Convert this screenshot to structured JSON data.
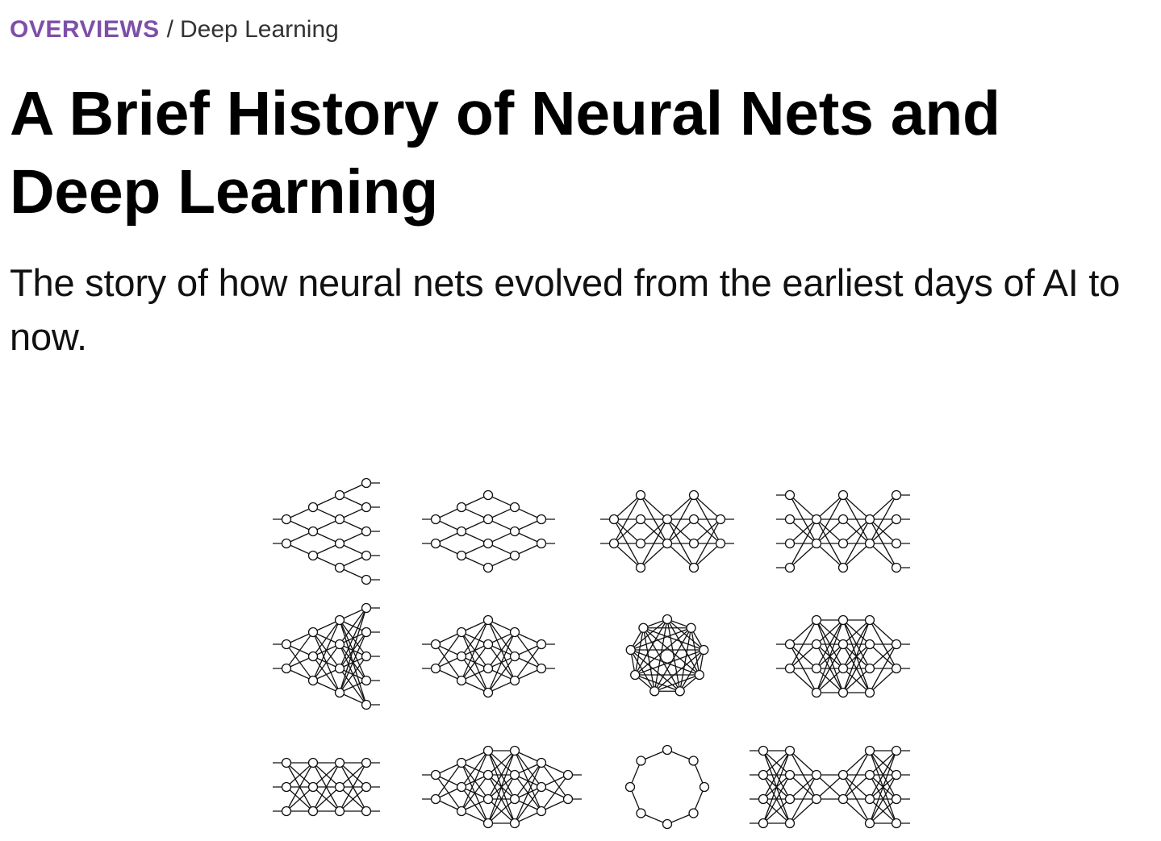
{
  "breadcrumb": {
    "section": "OVERVIEWS",
    "separator": "/",
    "current": "Deep Learning"
  },
  "article": {
    "title": "A Brief History of Neural Nets and Deep Learning",
    "subtitle": "The story of how neural nets evolved from the earliest days of AI to now."
  },
  "colors": {
    "accent": "#7e4fa8",
    "text": "#000000",
    "muted": "#333333"
  },
  "figure": {
    "networks": [
      "network-row1-col1",
      "network-row1-col2",
      "network-row1-col3",
      "network-row1-col4",
      "network-row2-col1",
      "network-row2-col2",
      "network-row2-col3",
      "network-row2-col4",
      "network-row3-col1",
      "network-row3-col2",
      "network-row3-col3",
      "network-row3-col4"
    ]
  }
}
